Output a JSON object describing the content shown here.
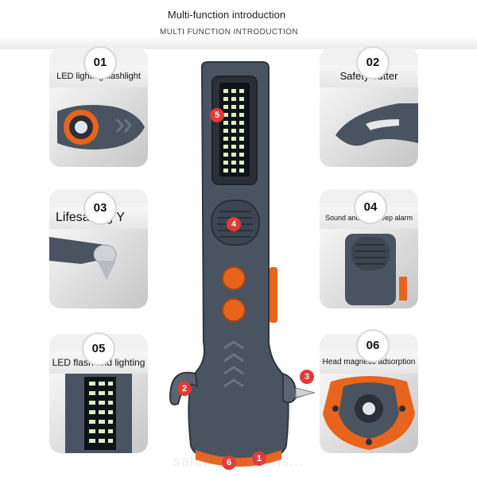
{
  "header": {
    "title": "Multi-function introduction",
    "subtitle": "MULTI FUNCTION INTRODUCTION"
  },
  "features": [
    {
      "number": "01",
      "label": "LED lighting flashlight",
      "icon": "flashlight-head-icon"
    },
    {
      "number": "02",
      "label": "Safety cutter",
      "icon": "seatbelt-cutter-icon"
    },
    {
      "number": "03",
      "label": "Lifesaving Y",
      "icon": "window-breaker-icon"
    },
    {
      "number": "04",
      "label": "Sound and light beep alarm",
      "icon": "speaker-grille-icon"
    },
    {
      "number": "05",
      "label": "LED flash and lighting",
      "icon": "led-panel-icon"
    },
    {
      "number": "06",
      "label": "Head magnetic adsorption",
      "icon": "magnet-base-icon"
    }
  ],
  "callouts": [
    "1",
    "2",
    "3",
    "4",
    "5",
    "6"
  ],
  "colors": {
    "accent": "#e8641c",
    "callout": "#e23a36",
    "body": "#4a5460"
  },
  "watermark": "salutillustrations..."
}
